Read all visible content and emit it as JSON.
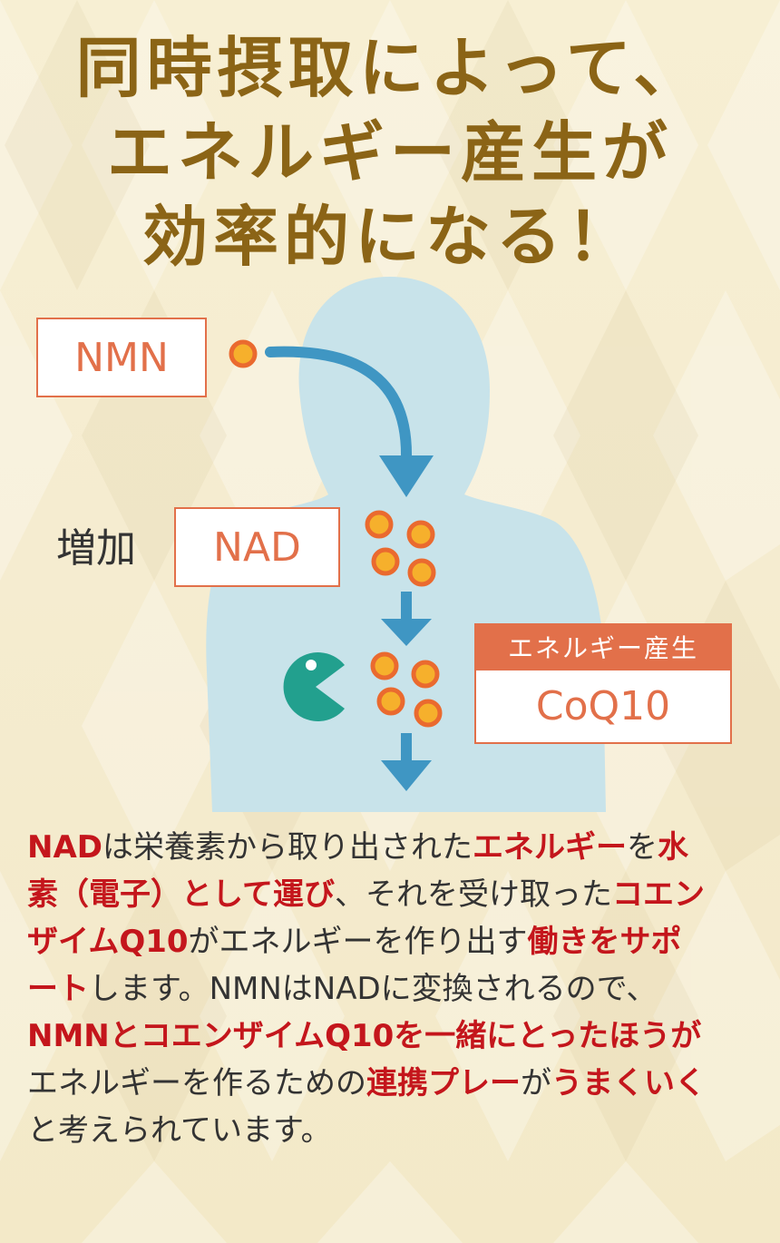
{
  "colors": {
    "title": "#8b6416",
    "accent": "#e2704a",
    "highlight": "#c4161c",
    "body_silhouette": "#c8e3ea",
    "arrow": "#3f96c3",
    "molecule_fill": "#f6b02c",
    "molecule_ring": "#ea6a2f",
    "pacman": "#22a08e",
    "text": "#333333"
  },
  "title": {
    "line1": "同時摂取によって、",
    "line2": "エネルギー産生が",
    "line3": "効率的になる！"
  },
  "diagram": {
    "nmn_label": "NMN",
    "increase_label": "増加",
    "nad_label": "NAD",
    "energy_tag": "エネルギー産生",
    "coq10_label": "CoQ10",
    "icons": [
      "body-silhouette-icon",
      "molecule-icon",
      "arrow-down-icon",
      "pacman-icon"
    ]
  },
  "description": {
    "l1": [
      {
        "t": "NAD",
        "h": true
      },
      {
        "t": "は栄養素から取り出された",
        "h": false
      },
      {
        "t": "エネルギー",
        "h": true
      },
      {
        "t": "を",
        "h": false
      },
      {
        "t": "水",
        "h": true
      }
    ],
    "l2": [
      {
        "t": "素（電子）として運び",
        "h": true
      },
      {
        "t": "、それを受け取った",
        "h": false
      },
      {
        "t": "コエン",
        "h": true
      }
    ],
    "l3": [
      {
        "t": "ザイムQ10",
        "h": true
      },
      {
        "t": "がエネルギーを作り出す",
        "h": false
      },
      {
        "t": "働きをサポ",
        "h": true
      }
    ],
    "l4": [
      {
        "t": "ート",
        "h": true
      },
      {
        "t": "します。NMNはNADに変換されるので、",
        "h": false
      }
    ],
    "l5": [
      {
        "t": "NMNとコエンザイムQ10を一緒にとったほうが",
        "h": true
      }
    ],
    "l6": [
      {
        "t": "エネルギーを作るための",
        "h": false
      },
      {
        "t": "連携プレー",
        "h": true
      },
      {
        "t": "が",
        "h": false
      },
      {
        "t": "うまくいく",
        "h": true
      }
    ],
    "l7": [
      {
        "t": "と考えられています。",
        "h": false
      }
    ]
  }
}
